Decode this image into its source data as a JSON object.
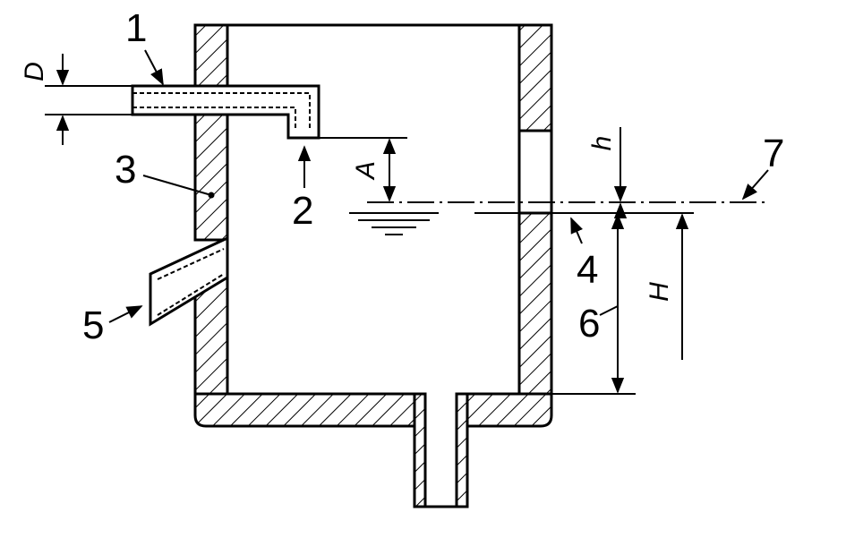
{
  "labels": {
    "part_1": "1",
    "part_2": "2",
    "part_3": "3",
    "part_4": "4",
    "part_5": "5",
    "part_6": "6",
    "part_7": "7"
  },
  "dimensions": {
    "pipe_diameter": "D",
    "air_gap": "A",
    "overflow_height": "h",
    "water_height": "H"
  },
  "colors": {
    "line": "#000000",
    "background": "#ffffff"
  }
}
